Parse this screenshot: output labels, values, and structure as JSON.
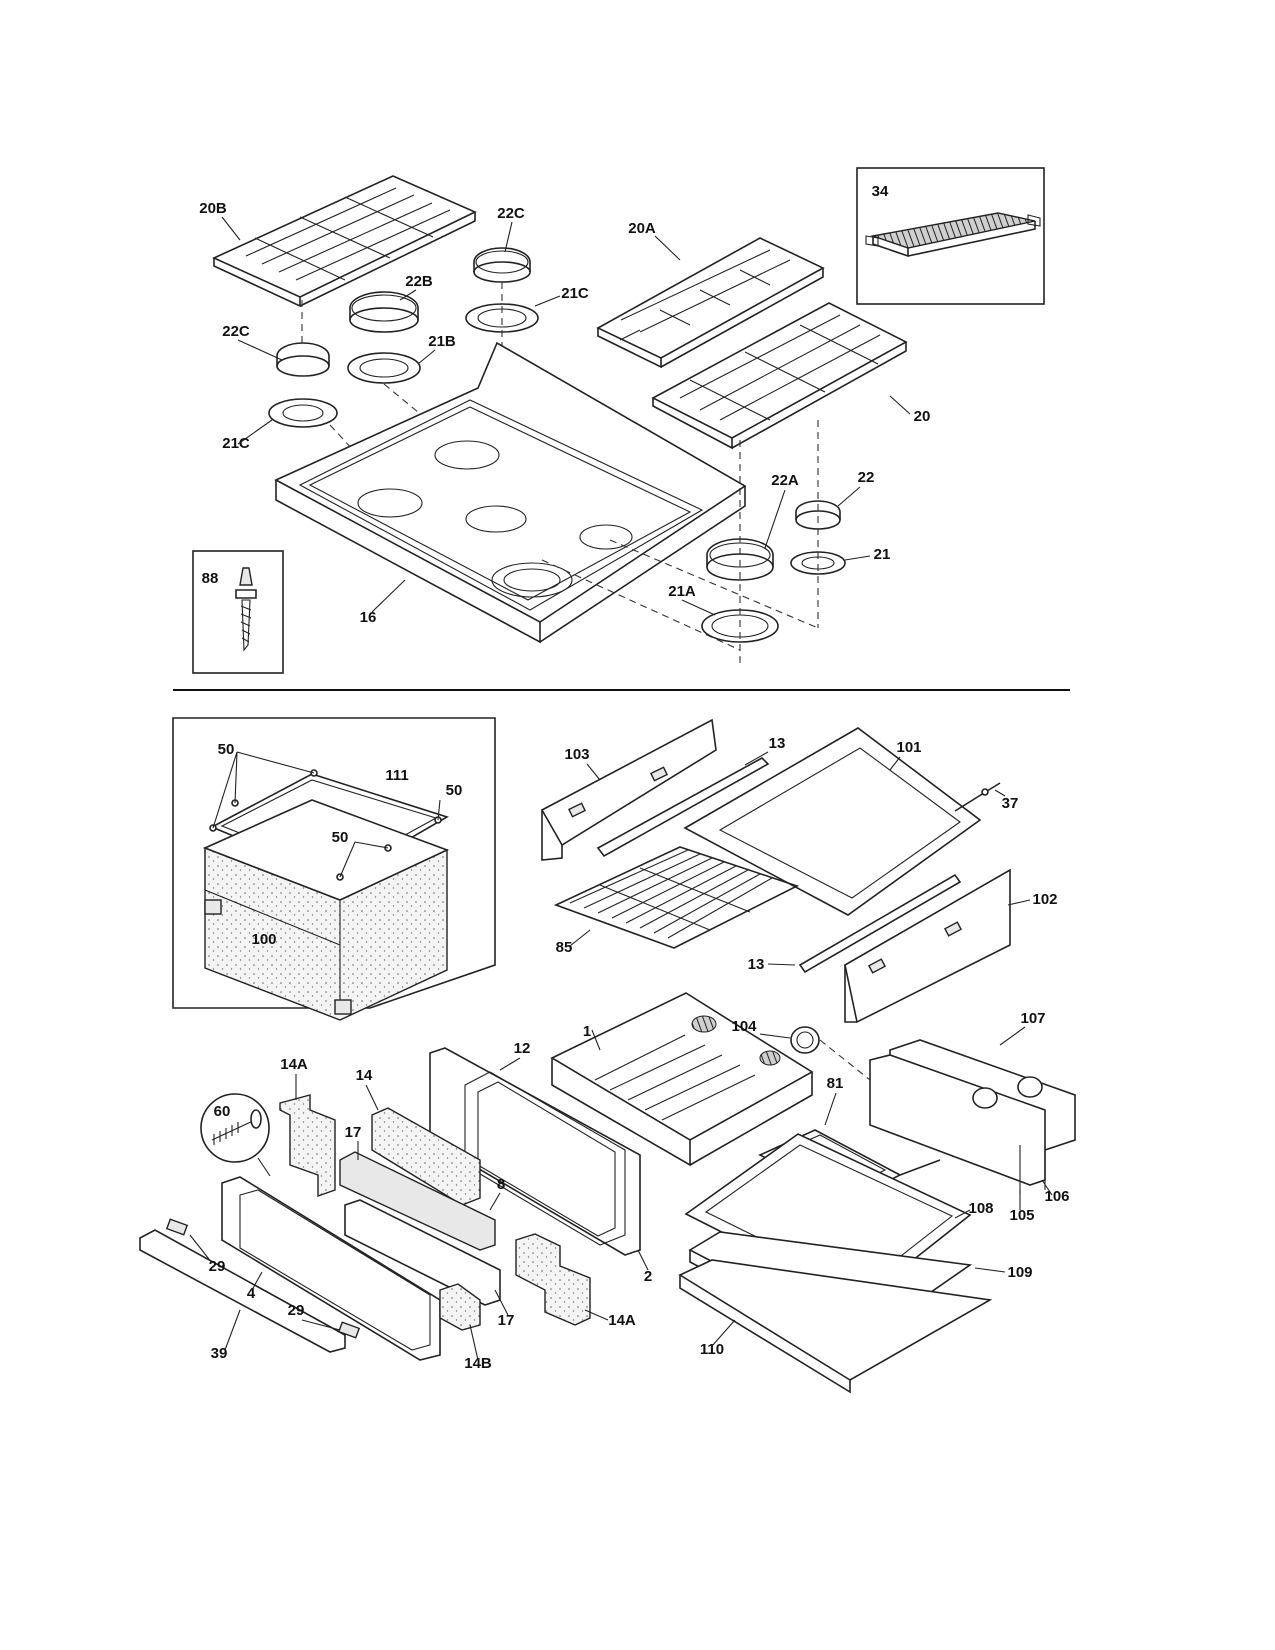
{
  "labels": {
    "l_20B": "20B",
    "l_22C_top": "22C",
    "l_22B": "22B",
    "l_21C_top": "21C",
    "l_20A": "20A",
    "l_34": "34",
    "l_22C_left": "22C",
    "l_21B": "21B",
    "l_21C_left": "21C",
    "l_20": "20",
    "l_22A": "22A",
    "l_22": "22",
    "l_21": "21",
    "l_21A": "21A",
    "l_16": "16",
    "l_88": "88",
    "l_50_a": "50",
    "l_111": "111",
    "l_50_b": "50",
    "l_50_c": "50",
    "l_100": "100",
    "l_103": "103",
    "l_13_top": "13",
    "l_101": "101",
    "l_37": "37",
    "l_102": "102",
    "l_85": "85",
    "l_13_bot": "13",
    "l_104": "104",
    "l_1": "1",
    "l_107": "107",
    "l_14A_top": "14A",
    "l_14": "14",
    "l_12": "12",
    "l_60": "60",
    "l_17_top": "17",
    "l_81": "81",
    "l_8": "8",
    "l_108": "108",
    "l_105": "105",
    "l_106": "106",
    "l_29_a": "29",
    "l_4": "4",
    "l_29_b": "29",
    "l_39": "39",
    "l_14B": "14B",
    "l_17_bot": "17",
    "l_14A_bot": "14A",
    "l_2": "2",
    "l_109": "109",
    "l_110": "110"
  }
}
